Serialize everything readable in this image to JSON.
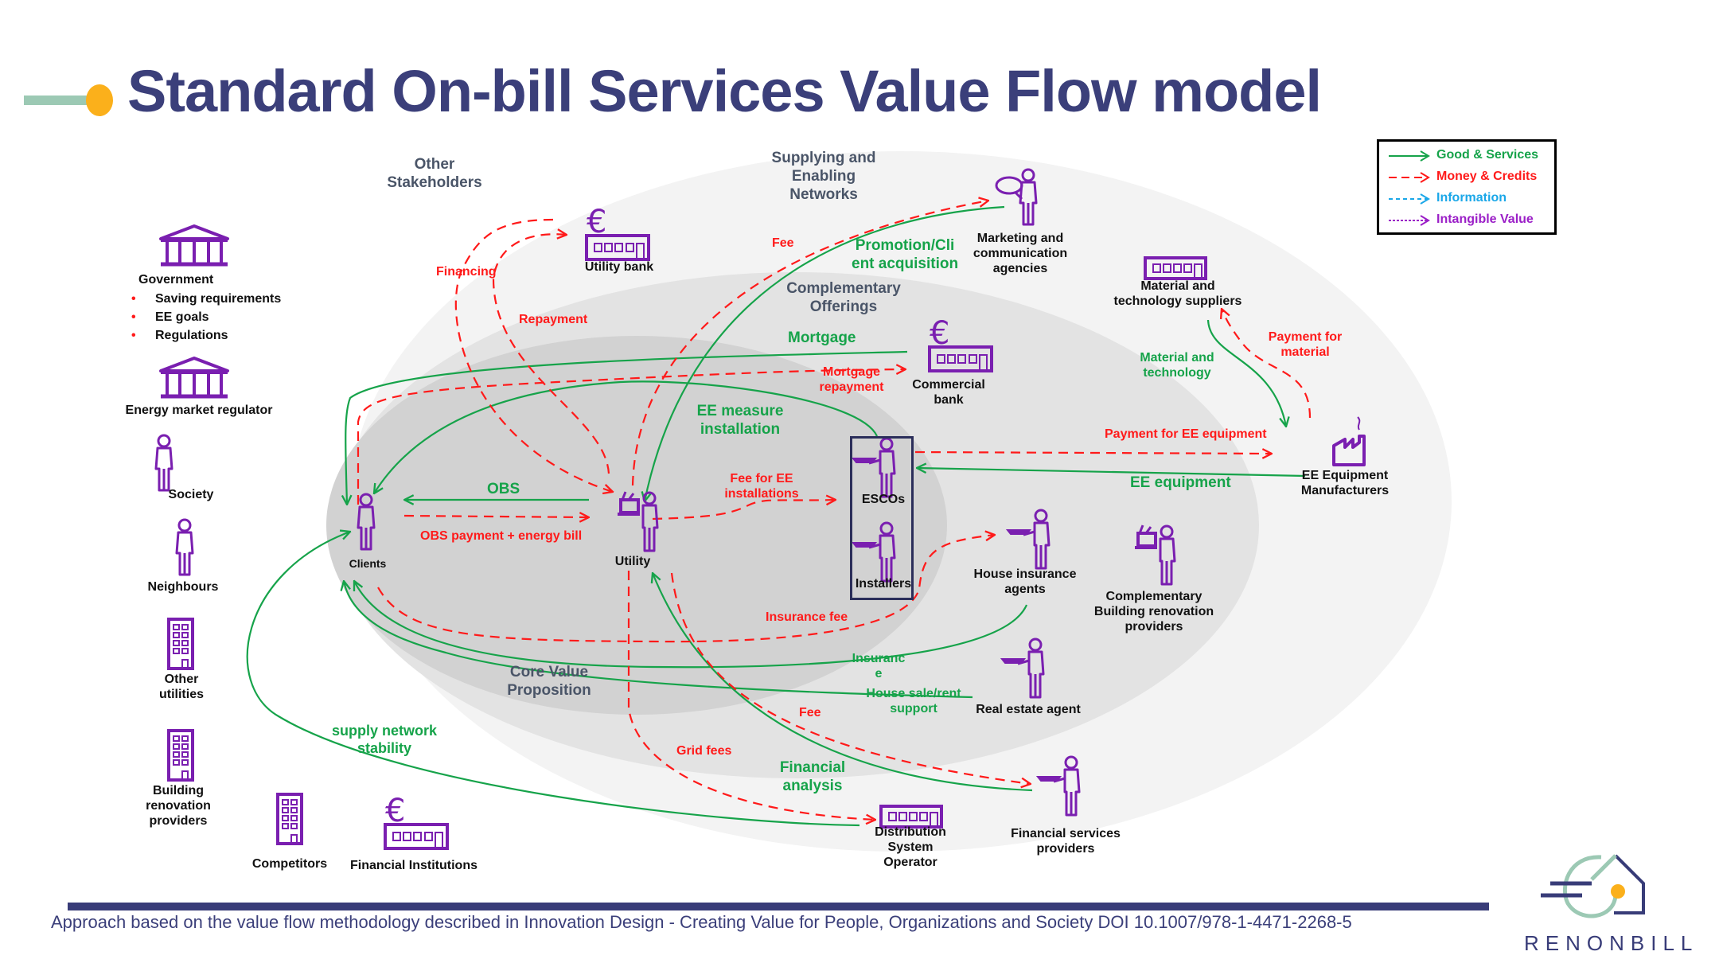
{
  "title": "Standard On-bill Services Value Flow model",
  "colors": {
    "title": "#3b3f7a",
    "goods": "#16a34a",
    "money": "#ff1a1a",
    "information": "#1aa7e8",
    "intangible": "#9b1fc7",
    "icon": "#7a1fb0",
    "accent_dot": "#fbb01b",
    "accent_line": "#9cc9b4"
  },
  "legend": [
    {
      "label": "Good & Services",
      "style": "solid",
      "color": "#16a34a"
    },
    {
      "label": "Money & Credits",
      "style": "dashed",
      "color": "#ff1a1a"
    },
    {
      "label": "Information",
      "style": "dashed-short",
      "color": "#1aa7e8"
    },
    {
      "label": "Intangible Value",
      "style": "dotted",
      "color": "#9b1fc7"
    }
  ],
  "rings": {
    "outer": "Supplying and Enabling Networks",
    "outer_lines": [
      "Supplying and",
      "Enabling",
      "Networks"
    ],
    "middle_lines": [
      "Complementary",
      "Offerings"
    ],
    "core_lines": [
      "Core Value",
      "Proposition"
    ],
    "other_lines": [
      "Other",
      "Stakeholders"
    ]
  },
  "other_stakeholders": {
    "government": "Government",
    "government_items": [
      "Saving requirements",
      "EE goals",
      "Regulations"
    ],
    "regulator": "Energy market regulator",
    "society": "Society",
    "neighbours": "Neighbours",
    "other_utilities_lines": [
      "Other",
      "utilities"
    ],
    "building_renovation_lines": [
      "Building",
      "renovation",
      "providers"
    ],
    "competitors": "Competitors",
    "financial_institutions": "Financial Institutions"
  },
  "entities": {
    "clients": "Clients",
    "utility": "Utility",
    "escos": "ESCOs",
    "installers": "Installers",
    "utility_bank": "Utility bank",
    "marketing_lines": [
      "Marketing and",
      "communication",
      "agencies"
    ],
    "commercial_bank_lines": [
      "Commercial",
      "bank"
    ],
    "material_suppliers_lines": [
      "Material and",
      "technology suppliers"
    ],
    "ee_manufacturers_lines": [
      "EE Equipment",
      "Manufacturers"
    ],
    "house_insurance_lines": [
      "House insurance",
      "agents"
    ],
    "complementary_renovation_lines": [
      "Complementary",
      "Building renovation",
      "providers"
    ],
    "real_estate": "Real estate agent",
    "dso_lines": [
      "Distribution",
      "System",
      "Operator"
    ],
    "financial_services_lines": [
      "Financial services",
      "providers"
    ]
  },
  "flows": {
    "financing": "Financing",
    "repayment": "Repayment",
    "fee_marketing": "Fee",
    "promotion_lines": [
      "Promotion/Cli",
      "ent acquisition"
    ],
    "mortgage": "Mortgage",
    "mortgage_repayment_lines": [
      "Mortgage",
      "repayment"
    ],
    "ee_measure_lines": [
      "EE measure",
      "installation"
    ],
    "obs": "OBS",
    "obs_payment": "OBS payment + energy bill",
    "fee_ee_lines": [
      "Fee for EE",
      "installations"
    ],
    "payment_ee_equipment": "Payment for EE equipment",
    "ee_equipment": "EE equipment",
    "material_tech_lines": [
      "Material and",
      "technology"
    ],
    "payment_material_lines": [
      "Payment for",
      "material"
    ],
    "insurance_fee": "Insurance fee",
    "insurance_lines": [
      "Insuranc",
      "e"
    ],
    "house_sale_lines": [
      "House sale/rent",
      "support"
    ],
    "fee_financial": "Fee",
    "grid_fees": "Grid fees",
    "financial_analysis_lines": [
      "Financial",
      "analysis"
    ],
    "supply_stability_lines": [
      "supply network",
      "stability"
    ]
  },
  "footer": "Approach based on the value flow methodology described in Innovation Design - Creating Value for People, Organizations and Society DOI 10.1007/978-1-4471-2268-5",
  "logo_text": "RENONBILL"
}
